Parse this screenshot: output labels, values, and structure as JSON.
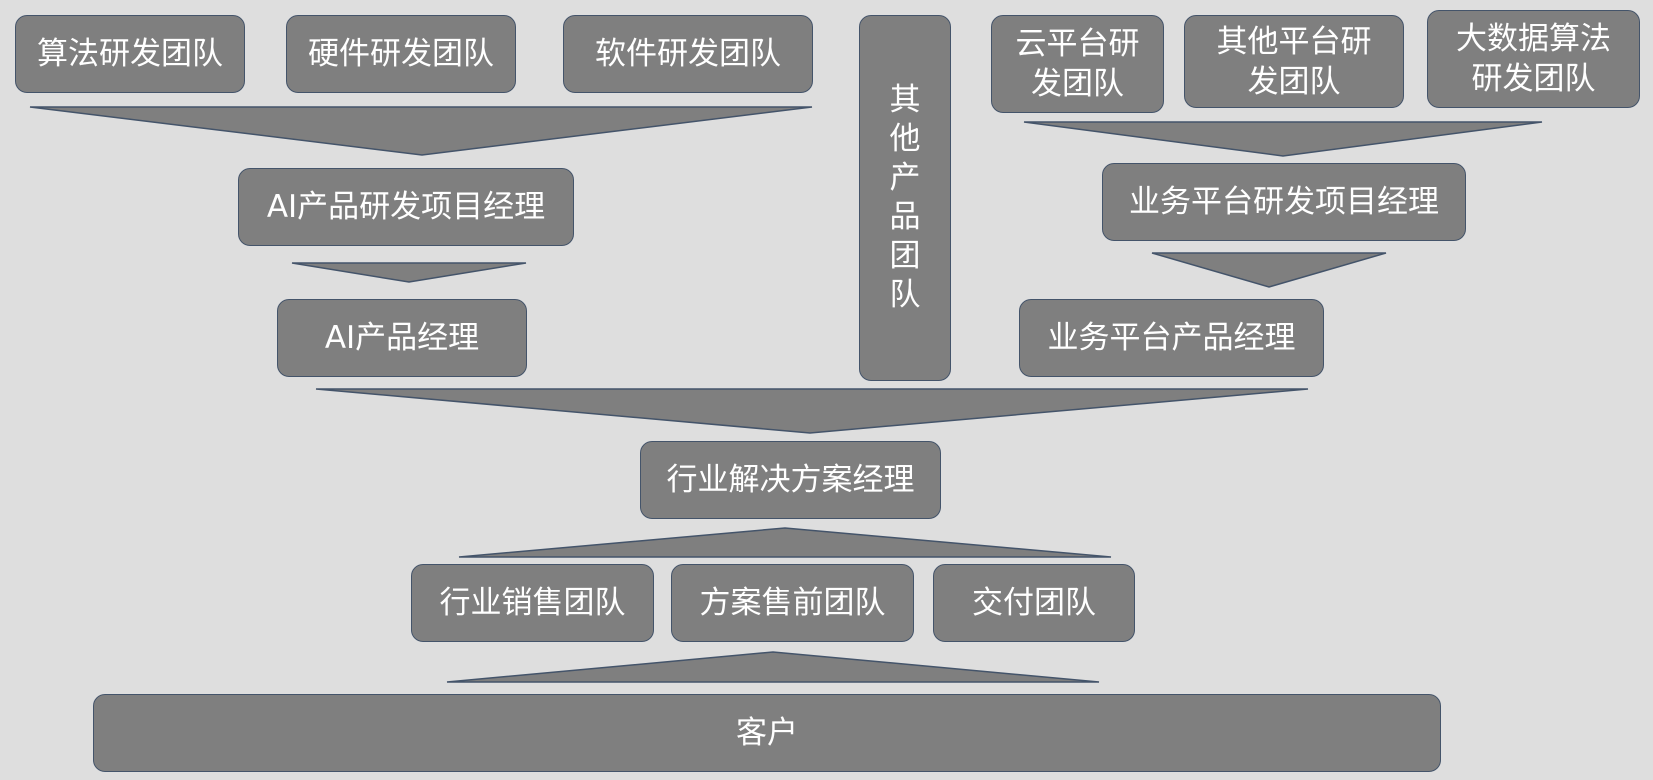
{
  "colors": {
    "background": "#dedede",
    "box_fill": "#7f7f7f",
    "box_border": "#44546a",
    "text": "#ffffff"
  },
  "teams_top_left": {
    "algorithm": "算法研发团队",
    "hardware": "硬件研发团队",
    "software": "软件研发团队"
  },
  "other_product_team": "其\n他\n产\n品\n团\n队",
  "teams_top_right": {
    "cloud": "云平台研\n发团队",
    "other_platform": "其他平台研\n发团队",
    "bigdata": "大数据算法\n研发团队"
  },
  "ai_rd_pm": "AI产品研发项目经理",
  "ai_pm": "AI产品经理",
  "biz_rd_pm": "业务平台研发项目经理",
  "biz_pm": "业务平台产品经理",
  "solution_manager": "行业解决方案经理",
  "delivery_teams": {
    "sales": "行业销售团队",
    "presales": "方案售前团队",
    "delivery": "交付团队"
  },
  "customer": "客户"
}
